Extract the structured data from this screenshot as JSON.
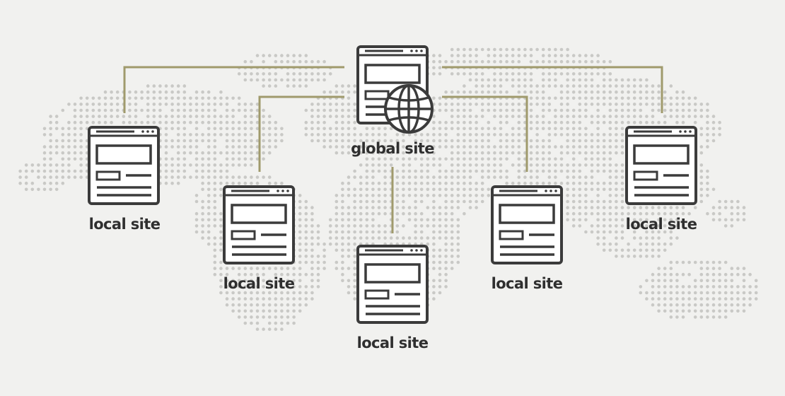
{
  "colors": {
    "background": "#f1f1ef",
    "map_dots": "#c9c9c6",
    "connector": "#a09a6c",
    "icon_stroke": "#3b3b3b",
    "label_text": "#2f2f2f"
  },
  "map": {
    "style": "dotted-world-map"
  },
  "nodes": {
    "global": {
      "label": "global site",
      "icon": "browser-window-with-globe-icon"
    },
    "local_1": {
      "label": "local site",
      "icon": "browser-window-icon"
    },
    "local_2": {
      "label": "local site",
      "icon": "browser-window-icon"
    },
    "local_3": {
      "label": "local site",
      "icon": "browser-window-icon"
    },
    "local_4": {
      "label": "local site",
      "icon": "browser-window-icon"
    },
    "local_5": {
      "label": "local site",
      "icon": "browser-window-icon"
    }
  }
}
